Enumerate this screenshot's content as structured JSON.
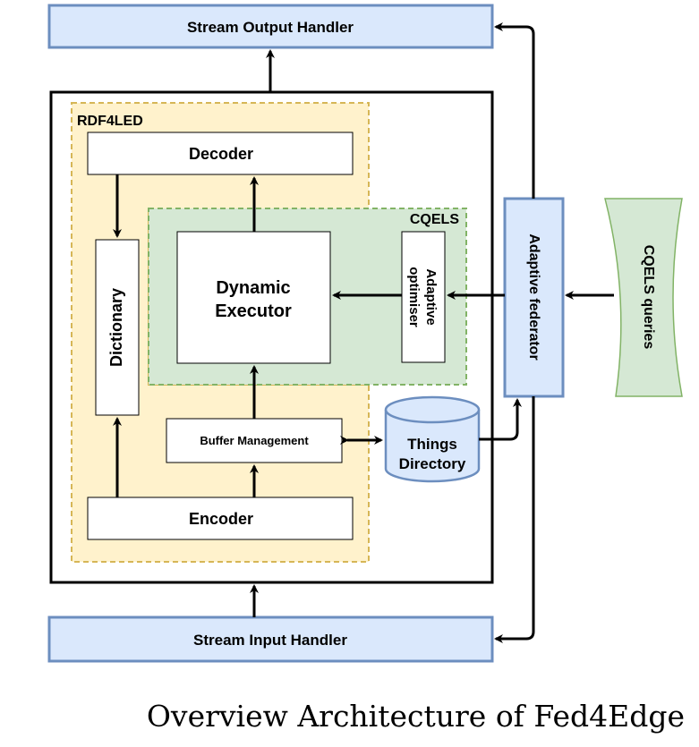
{
  "diagram": {
    "caption": "Overview Architecture of Fed4Edge",
    "stream_output": "Stream Output Handler",
    "stream_input": "Stream Input Handler",
    "rdf4led": "RDF4LED",
    "decoder": "Decoder",
    "dictionary": "Dictionary",
    "cqels": "CQELS",
    "executor_line1": "Dynamic",
    "executor_line2": "Executor",
    "optimiser_line1": "Adaptive",
    "optimiser_line2": "optimiser",
    "buffer": "Buffer Management",
    "encoder": "Encoder",
    "things_line1": "Things",
    "things_line2": "Directory",
    "federator": "Adaptive federator",
    "queries": "CQELS queries"
  },
  "colors": {
    "handler_fill": "#dae8fc",
    "handler_stroke": "#6c8ebf",
    "rdf4led_fill": "#fff2cc",
    "rdf4led_stroke": "#d6b656",
    "cqels_fill": "#d5e8d4",
    "cqels_stroke": "#82b366"
  }
}
